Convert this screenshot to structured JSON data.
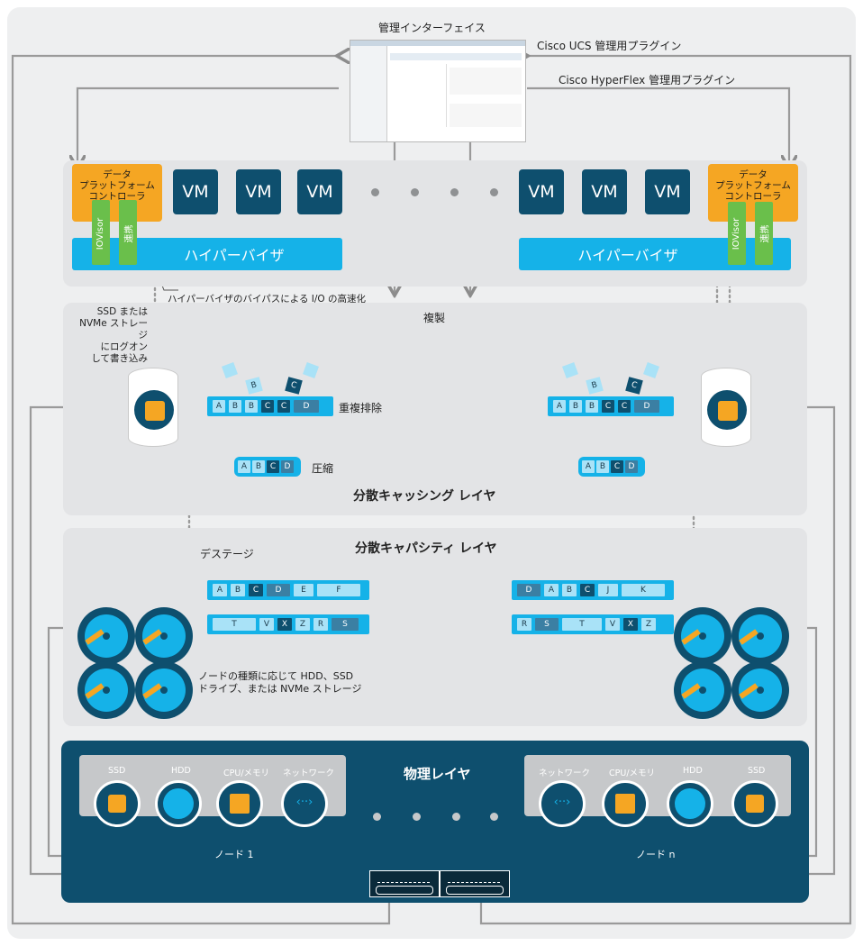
{
  "texts": {
    "mgmt_interface": "管理インターフェイス",
    "ucs_plugin": "Cisco UCS 管理用プラグイン",
    "hx_plugin": "Cisco HyperFlex 管理用プラグイン",
    "dpc": "データ\nプラットフォーム\nコントローラ",
    "vm": "VM",
    "hypervisor": "ハイパーバイザ",
    "iovisor": "IOVisor",
    "renkei": "連携",
    "bypass": "ハイパーバイザのバイパスによる I/O の高速化",
    "replication": "複製",
    "ssd_log": "SSD または\nNVMe ストレージ\nにログオン\nして書き込み",
    "dedup": "重複排除",
    "compress": "圧縮",
    "caching_layer": "分散キャッシング レイヤ",
    "capacity_layer": "分散キャパシティ レイヤ",
    "destage": "デステージ",
    "drive_note": "ノードの種類に応じて HDD、SSD\nドライブ、または NVMe ストレージ",
    "physical_layer": "物理レイヤ",
    "node1": "ノード 1",
    "noden": "ノード n",
    "ssd": "SSD",
    "hdd": "HDD",
    "cpu": "CPU/メモリ",
    "network": "ネットワーク"
  },
  "dedup_cells": [
    "A",
    "B",
    "B",
    "C",
    "C",
    "D"
  ],
  "compress_cells": [
    "A",
    "B",
    "C",
    "D"
  ],
  "cap_left_row1": [
    "A",
    "B",
    "C",
    "D",
    "E",
    "F"
  ],
  "cap_left_row2": [
    "T",
    "V",
    "X",
    "Z",
    "R",
    "S"
  ],
  "cap_right_row1": [
    "D",
    "A",
    "B",
    "C",
    "J",
    "K"
  ],
  "cap_right_row2": [
    "R",
    "S",
    "T",
    "V",
    "X",
    "Z"
  ],
  "colors": {
    "dark_blue": "#0e4f6e",
    "cyan": "#15b2e8",
    "orange": "#f5a623",
    "green": "#6abf4b",
    "panel_gray": "#e3e4e6"
  }
}
